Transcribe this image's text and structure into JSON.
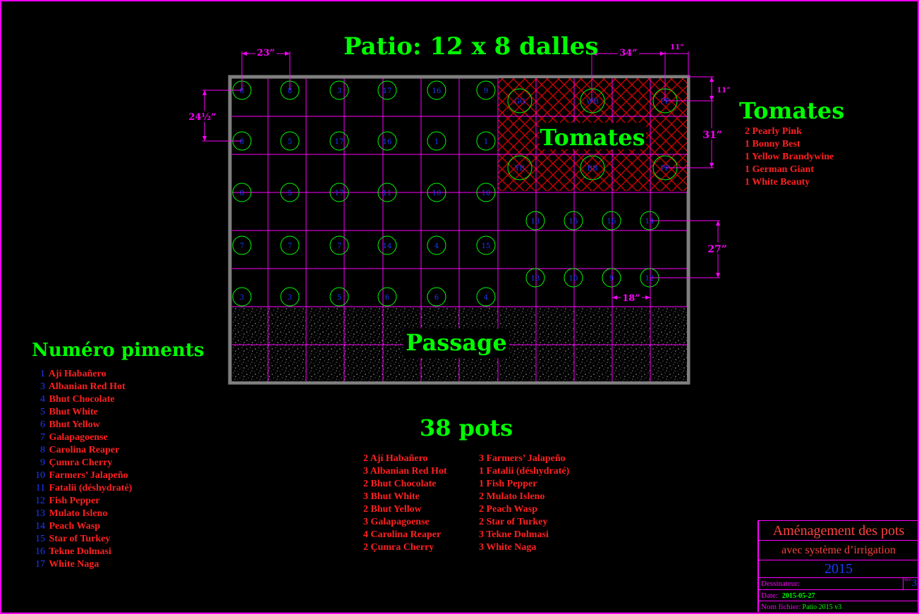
{
  "patio_title": "Patio: 12 x 8 dalles",
  "tomato_zone_label": "Tomates",
  "passage_label": "Passage",
  "pots_title": "38 pots",
  "legend_title": "Numéro piments",
  "tomatoes_title": "Tomates",
  "dimensions": {
    "top_left": "23”",
    "left": "24½”",
    "top_right": "34”",
    "top_right_small": "11”",
    "right_small": "11”",
    "right_tomato": "31”",
    "right_lower": "27”",
    "bottom_lower": "18”"
  },
  "pepper_legend": [
    {
      "num": "1",
      "name": "Ají Habañero"
    },
    {
      "num": "3",
      "name": "Albanian Red Hot"
    },
    {
      "num": "4",
      "name": "Bhut Chocolate"
    },
    {
      "num": "5",
      "name": "Bhut White"
    },
    {
      "num": "6",
      "name": "Bhut Yellow"
    },
    {
      "num": "7",
      "name": "Galapagoense"
    },
    {
      "num": "8",
      "name": "Carolina Reaper"
    },
    {
      "num": "9",
      "name": "Çumra Cherry"
    },
    {
      "num": "10",
      "name": "Farmers’ Jalapeño"
    },
    {
      "num": "11",
      "name": "Fatalii (déshydraté)"
    },
    {
      "num": "12",
      "name": "Fish Pepper"
    },
    {
      "num": "13",
      "name": "Mulato Isleno"
    },
    {
      "num": "14",
      "name": "Peach Wasp"
    },
    {
      "num": "15",
      "name": "Star of Turkey"
    },
    {
      "num": "16",
      "name": "Tekne Dolmasi"
    },
    {
      "num": "17",
      "name": "White Naga"
    }
  ],
  "tomato_list": [
    "2 Pearly Pink",
    "1 Bonny Best",
    "1 Yellow Brandywine",
    "1 German Giant",
    "1 White Beauty"
  ],
  "pots_col1": [
    "2 Ají Habañero",
    "3 Albanian Red Hot",
    "2 Bhut Chocolate",
    "3 Bhut White",
    "2 Bhut Yellow",
    "3 Galapagoense",
    "4 Carolina Reaper",
    "2 Çumra Cherry"
  ],
  "pots_col2": [
    "3 Farmers’ Jalapeño",
    "1 Fatalii (déshydraté)",
    "1 Fish Pepper",
    "2 Mulato Isleno",
    "2 Peach Wasp",
    "2 Star of Turkey",
    "3 Tekne Dolmasi",
    "3 White Naga"
  ],
  "pepper_pots": [
    [
      "8",
      "8",
      "3",
      "17",
      "16",
      "9"
    ],
    [
      "8",
      "5",
      "17",
      "16",
      "1",
      "1"
    ],
    [
      "8",
      "5",
      "17",
      "11",
      "10",
      "10"
    ],
    [
      "7",
      "7",
      "7",
      "14",
      "4",
      "15"
    ],
    [
      "3",
      "3",
      "5",
      "6",
      "6",
      "4"
    ]
  ],
  "lower_right_pots": [
    [
      "13",
      "15",
      "16",
      "14"
    ],
    [
      "13",
      "10",
      "9",
      "12"
    ]
  ],
  "tomato_pots": [
    [
      "GG",
      "WB",
      "PP"
    ],
    [
      "YB",
      "BB",
      "PP"
    ]
  ],
  "title_block": {
    "line1": "Aménagement des pots",
    "line2": "avec système d’irrigation",
    "year": "2015",
    "drawer_label": "Dessinateur:",
    "rev_label": "Rev.",
    "rev": "3",
    "date_label": "Date:",
    "date": "2015-05-27",
    "file_label": "Nom fichier:",
    "file": "Patio 2015 v3"
  },
  "colors": {
    "frame": "#ff00ff",
    "title_green": "#00ff00",
    "pot_circle": "#00ff00",
    "pot_number": "#1a3bff",
    "list_red": "#ff2020",
    "tomato_hatch": "#cc0000",
    "patio_border": "#7f7f7f"
  }
}
